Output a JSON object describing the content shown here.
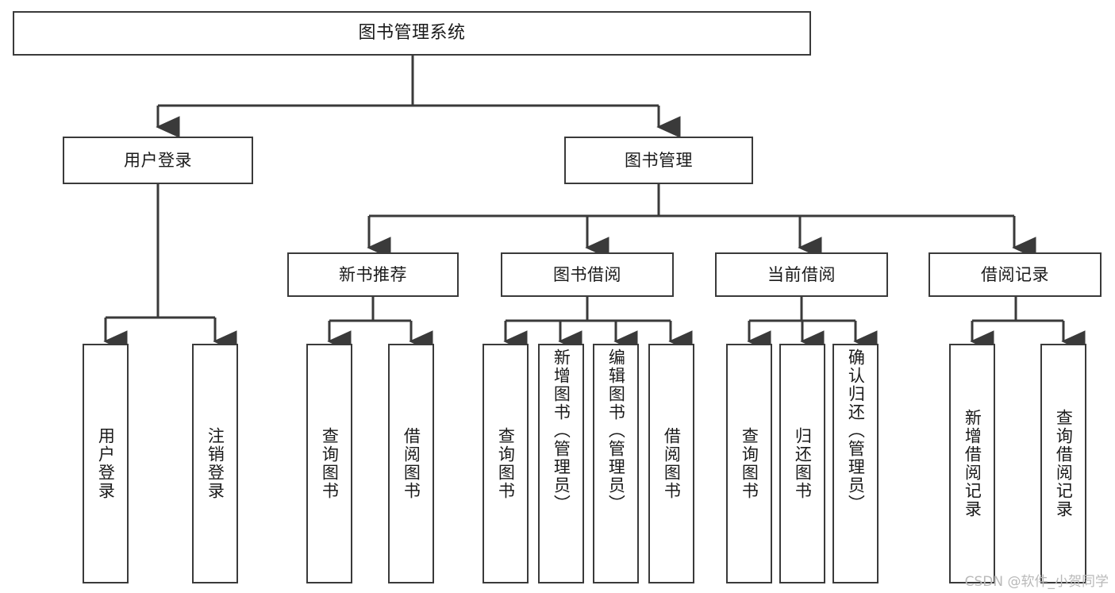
{
  "diagram": {
    "title": "图书管理系统",
    "type": "hierarchy-tree",
    "stroke_color": "#3a3a3a",
    "text_color": "#1a1a1a",
    "background_color": "#ffffff",
    "nodes": {
      "root": {
        "label": "图书管理系统"
      },
      "level1": [
        {
          "id": "user-login",
          "label": "用户登录"
        },
        {
          "id": "book-management",
          "label": "图书管理"
        }
      ],
      "level2": [
        {
          "id": "new-book-recommend",
          "label": "新书推荐"
        },
        {
          "id": "book-borrow",
          "label": "图书借阅"
        },
        {
          "id": "current-borrow",
          "label": "当前借阅"
        },
        {
          "id": "borrow-record",
          "label": "借阅记录"
        }
      ],
      "leaves": {
        "user_login": [
          {
            "id": "leaf-user-login",
            "label": "用户登录"
          },
          {
            "id": "leaf-logout-login",
            "label": "注销登录"
          }
        ],
        "new_book_recommend": [
          {
            "id": "leaf-query-book-1",
            "label": "查询图书"
          },
          {
            "id": "leaf-borrow-book-1",
            "label": "借阅图书"
          }
        ],
        "book_borrow": [
          {
            "id": "leaf-query-book-2",
            "label": "查询图书"
          },
          {
            "id": "leaf-add-book",
            "label": "新增图书（管理员）"
          },
          {
            "id": "leaf-edit-book",
            "label": "编辑图书（管理员）"
          },
          {
            "id": "leaf-borrow-book-2",
            "label": "借阅图书"
          }
        ],
        "current_borrow": [
          {
            "id": "leaf-query-book-3",
            "label": "查询图书"
          },
          {
            "id": "leaf-return-book",
            "label": "归还图书"
          },
          {
            "id": "leaf-confirm-return",
            "label": "确认归还（管理员）"
          }
        ],
        "borrow_record": [
          {
            "id": "leaf-add-record",
            "label": "新增借阅记录"
          },
          {
            "id": "leaf-query-record",
            "label": "查询借阅记录"
          }
        ]
      }
    }
  },
  "watermark": {
    "text": "CSDN @软件_小贺同学"
  }
}
